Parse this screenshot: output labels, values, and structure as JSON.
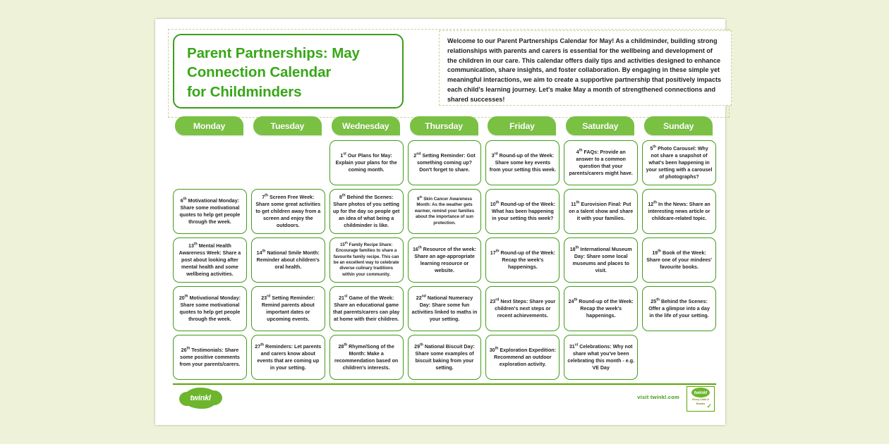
{
  "document": {
    "title": "Parent Partnerships: May Connection Calendar for Childminders",
    "title_lines": [
      "Parent Partnerships: May",
      "Connection Calendar",
      "for Childminders"
    ],
    "intro": "Welcome to our Parent Partnerships Calendar for May! As a childminder, building strong relationships with parents and carers is essential for the wellbeing and development of the children in our care. This calendar offers daily tips and activities designed to enhance communication, share insights, and foster collaboration. By engaging in these simple yet meaningful interactions, we aim to create a supportive partnership that positively impacts each child's learning journey. Let's make May a month of strengthened connections and shared successes!"
  },
  "colors": {
    "brand_green": "#37a717",
    "tab_green": "#7ac143",
    "border_green": "#3f9c19",
    "page_background": "#eef2d8",
    "text": "#231f20"
  },
  "calendar": {
    "day_headers": [
      "Monday",
      "Tuesday",
      "Wednesday",
      "Thursday",
      "Friday",
      "Saturday",
      "Sunday"
    ],
    "weeks": [
      [
        {
          "empty": true
        },
        {
          "empty": true
        },
        {
          "day": "1",
          "ord": "st",
          "text": "Our Plans for May: Explain your plans for the coming month."
        },
        {
          "day": "2",
          "ord": "nd",
          "text": "Setting Reminder: Got something coming up? Don't forget to share."
        },
        {
          "day": "3",
          "ord": "rd",
          "text": "Round-up of the Week: Share some key events from your setting this week."
        },
        {
          "day": "4",
          "ord": "th",
          "text": "FAQs: Provide an answer to a common question that your parents/carers might have."
        },
        {
          "day": "5",
          "ord": "th",
          "text": "Photo Carousel: Why not share a snapshot of what's been happening in your setting with a carousel of photographs?"
        }
      ],
      [
        {
          "day": "6",
          "ord": "th",
          "text": "Motivational Monday: Share some motivational quotes to help get people through the week."
        },
        {
          "day": "7",
          "ord": "th",
          "text": "Screen Free Week: Share some great activities to get children away from a screen and enjoy the outdoors."
        },
        {
          "day": "8",
          "ord": "th",
          "text": "Behind the Scenes: Share photos of you setting up for the day so people get an idea of what being a childminder is like."
        },
        {
          "day": "9",
          "ord": "th",
          "text": "Skin Cancer Awareness Month: As the weather gets warmer, remind your families about the importance of sun protection.",
          "tight": true
        },
        {
          "day": "10",
          "ord": "th",
          "text": "Round-up of the Week: What has been happening in your setting this week?"
        },
        {
          "day": "11",
          "ord": "th",
          "text": "Eurovision Final: Put on a talent show and share it with your families."
        },
        {
          "day": "12",
          "ord": "th",
          "text": "In the News: Share an interesting news article or childcare-related topic."
        }
      ],
      [
        {
          "day": "13",
          "ord": "th",
          "text": "Mental Health Awareness Week: Share a post about looking after mental health and some wellbeing activities."
        },
        {
          "day": "14",
          "ord": "th",
          "text": "National Smile Month: Reminder about children's oral health."
        },
        {
          "day": "15",
          "ord": "th",
          "text": "Family Recipe Share: Encourage families to share a favourite family recipe. This can be an excellent way to celebrate diverse culinary traditions within your community.",
          "tight": true
        },
        {
          "day": "16",
          "ord": "th",
          "text": "Resource of the week: Share an age-appropriate learning resource or website."
        },
        {
          "day": "17",
          "ord": "th",
          "text": "Round-up of the Week: Recap the week's happenings."
        },
        {
          "day": "18",
          "ord": "th",
          "text": "International Museum Day: Share some local museums and places to visit."
        },
        {
          "day": "19",
          "ord": "th",
          "text": "Book of the Week: Share one of your mindees' favourite books."
        }
      ],
      [
        {
          "day": "20",
          "ord": "th",
          "text": "Motivational Monday: Share some motivational quotes to help get people through the week."
        },
        {
          "day": "23",
          "ord": "rd",
          "text": "Setting Reminder: Remind parents about important dates or upcoming events."
        },
        {
          "day": "21",
          "ord": "st",
          "text": "Game of the Week: Share an educational game that parents/carers can play at home with their children."
        },
        {
          "day": "22",
          "ord": "nd",
          "text": "National Numeracy Day: Share some fun activities linked to maths in your setting."
        },
        {
          "day": "23",
          "ord": "rd",
          "text": "Next Steps: Share your children's next steps or recent achievements."
        },
        {
          "day": "24",
          "ord": "th",
          "text": "Round-up of the Week: Recap the week's happenings."
        },
        {
          "day": "25",
          "ord": "th",
          "text": "Behind the Scenes: Offer a glimpse into a day in the life of your setting."
        }
      ],
      [
        {
          "day": "26",
          "ord": "th",
          "text": "Testimonials: Share some positive comments from your parents/carers."
        },
        {
          "day": "27",
          "ord": "th",
          "text": "Reminders: Let parents and carers know about events that are coming up in your setting."
        },
        {
          "day": "28",
          "ord": "th",
          "text": "Rhyme/Song of the Month: Make a recommendation based on children's interests."
        },
        {
          "day": "29",
          "ord": "th",
          "text": "National Biscuit Day: Share some examples of biscuit baking from your setting."
        },
        {
          "day": "30",
          "ord": "th",
          "text": "Exploration Expedition: Recommend an outdoor exploration activity."
        },
        {
          "day": "31",
          "ord": "st",
          "text": "Celebrations: Why not share what you've been celebrating this month - e.g. VE Day"
        },
        {
          "empty": true
        }
      ]
    ]
  },
  "footer": {
    "logo_text": "twinkl",
    "visit_text": "visit twinkl.com",
    "badge_text": "twinkl",
    "badge_line1": "Every Child A",
    "badge_line2": "Reader"
  }
}
